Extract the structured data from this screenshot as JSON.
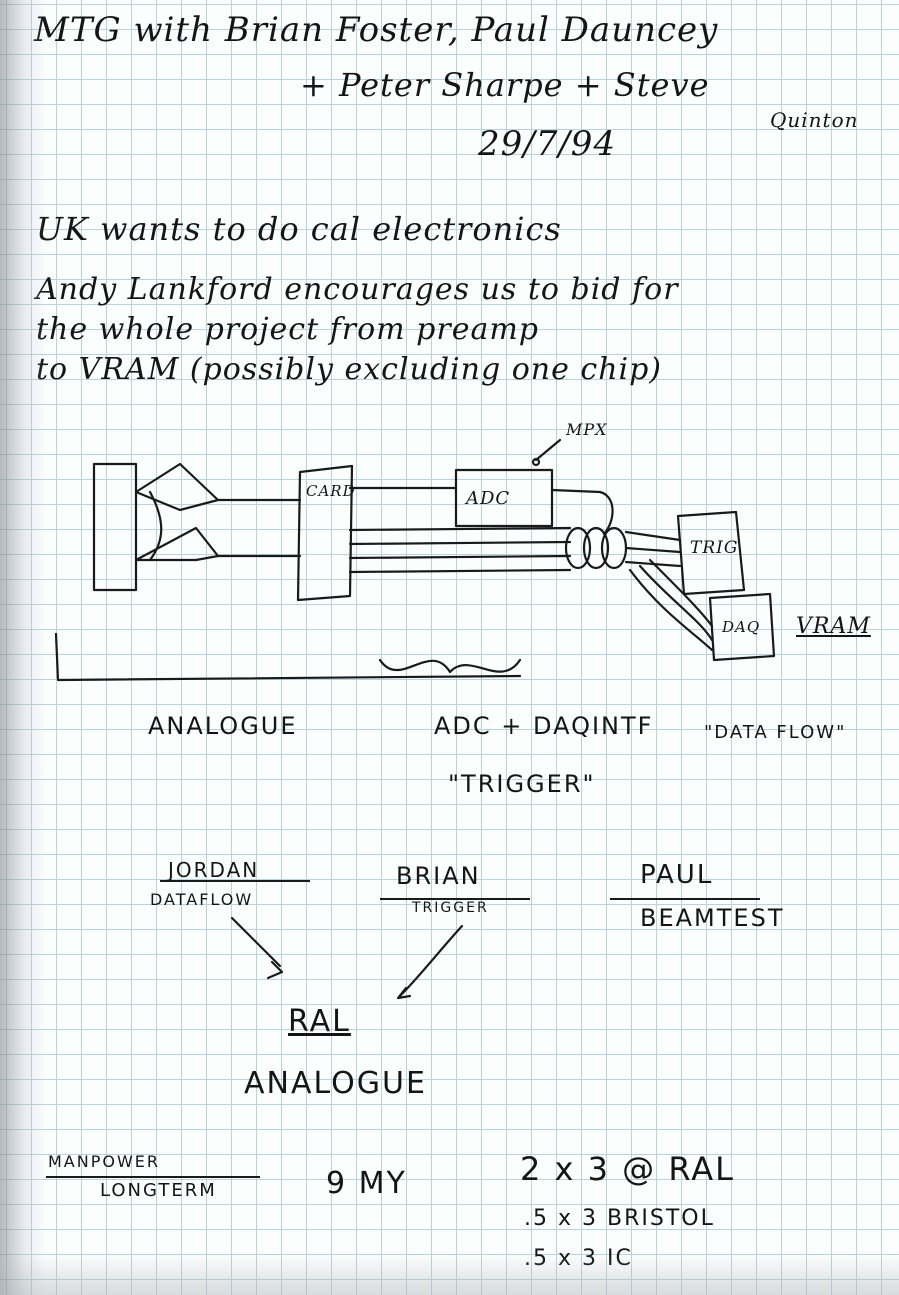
{
  "notes": {
    "line1": "MTG with Brian Foster, Paul Dauncey",
    "line2a": "+ Peter Sharpe + Steve",
    "line2b": "Quinton",
    "date": "29/7/94",
    "line4": "UK wants to do cal electronics",
    "line5": "Andy Lankford encourages us to bid for",
    "line6": "the whole project from preamp",
    "line7": "to VRAM (possibly excluding one chip)"
  },
  "diagram": {
    "mpx": "MPX",
    "card": "CARD",
    "adc": "ADC",
    "trig": "TRIG",
    "daq": "DAQ",
    "vram": "VRAM"
  },
  "sections": {
    "analogue": "ANALOGUE",
    "adc_daq": "ADC + DAQINTF",
    "data_flow": "\"DATA FLOW\"",
    "trigger": "\"TRIGGER\""
  },
  "people": {
    "jordan": "JORDAN",
    "jordan_sub": "DATAFLOW",
    "brian": "BRIAN",
    "brian_sub": "TRIGGER",
    "paul": "PAUL",
    "paul_sub": "BEAMTEST"
  },
  "ral": {
    "label": "RAL",
    "sub": "ANALOGUE"
  },
  "manpower": {
    "label1": "MANPOWER",
    "label2": "LONGTERM",
    "total": "9 MY",
    "row1": "2 x 3 @ RAL",
    "row2": ".5 x 3  BRISTOL",
    "row3": ".5 x 3  IC"
  },
  "colors": {
    "ink": "#151515",
    "grid": "#b9d3dc",
    "paper": "#fcfdfd"
  }
}
